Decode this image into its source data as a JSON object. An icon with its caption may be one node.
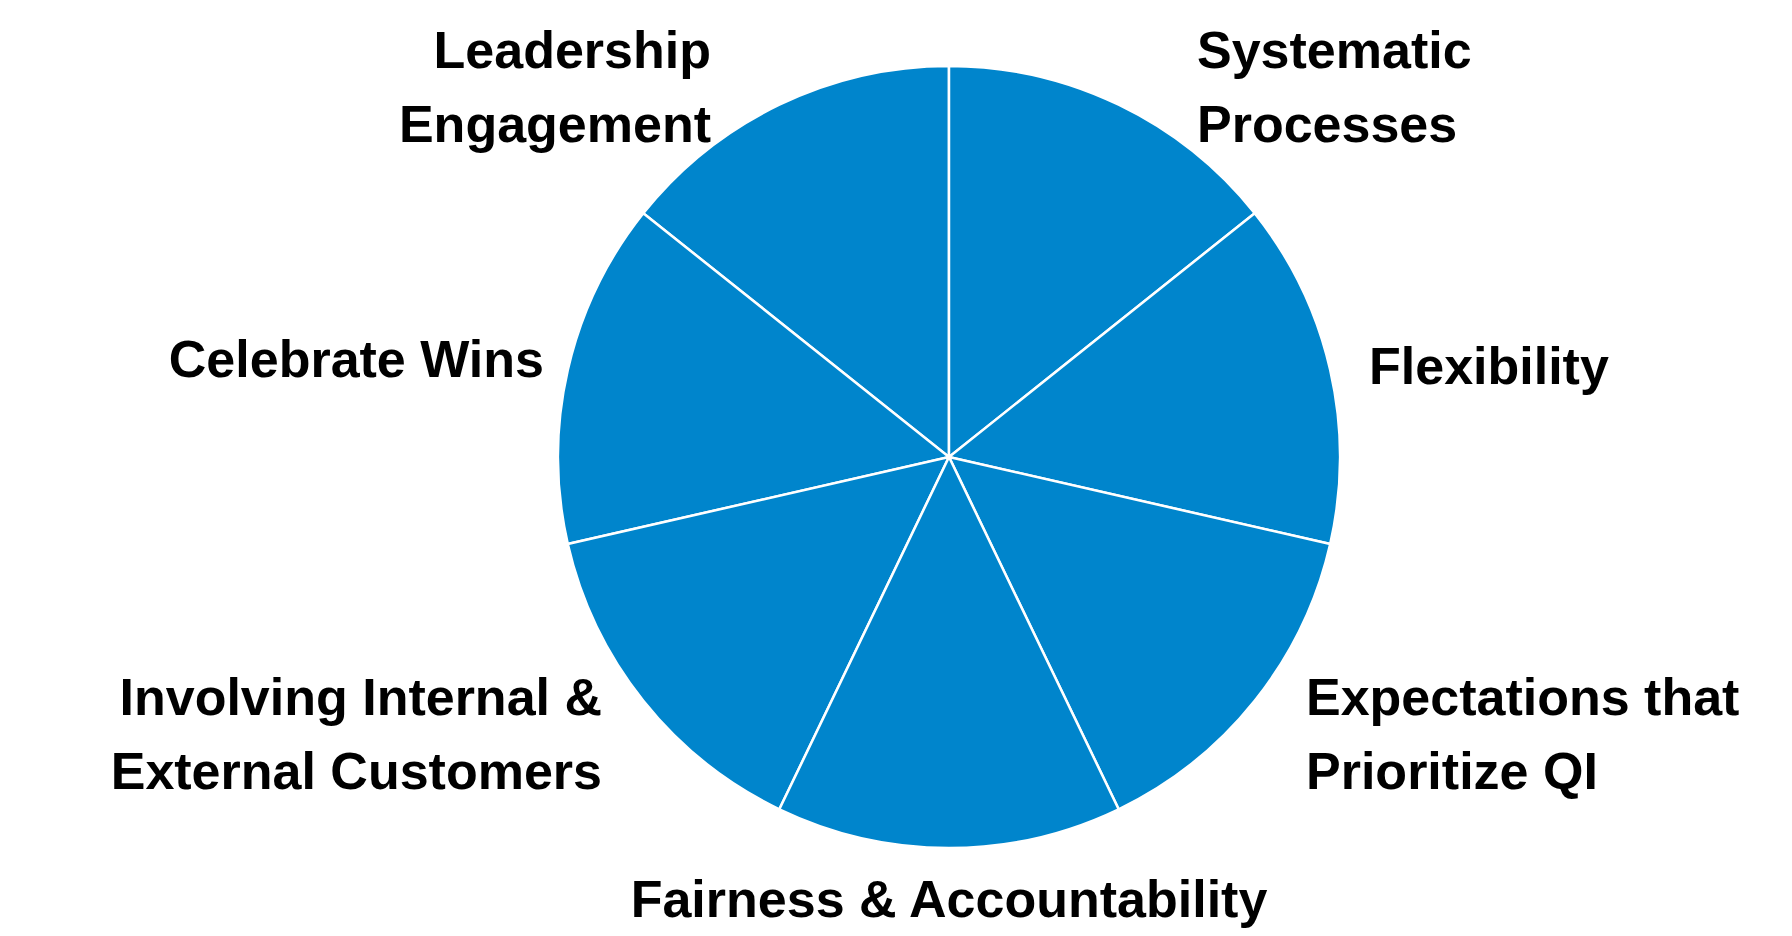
{
  "diagram": {
    "nodes": [
      {
        "text": [
          "Leadership Engagement"
        ]
      },
      {
        "text": [
          "Systematic Processes"
        ]
      },
      {
        "text": [
          "Celebrate Wins"
        ]
      },
      {
        "text": [
          "Flexibility"
        ]
      },
      {
        "text": [
          "Involving Internal & External Customers"
        ]
      },
      {
        "text": [
          "Expectations that Prioritize QI"
        ]
      },
      {
        "text": [
          "Fairness & Accountability"
        ]
      }
    ]
  }
}
